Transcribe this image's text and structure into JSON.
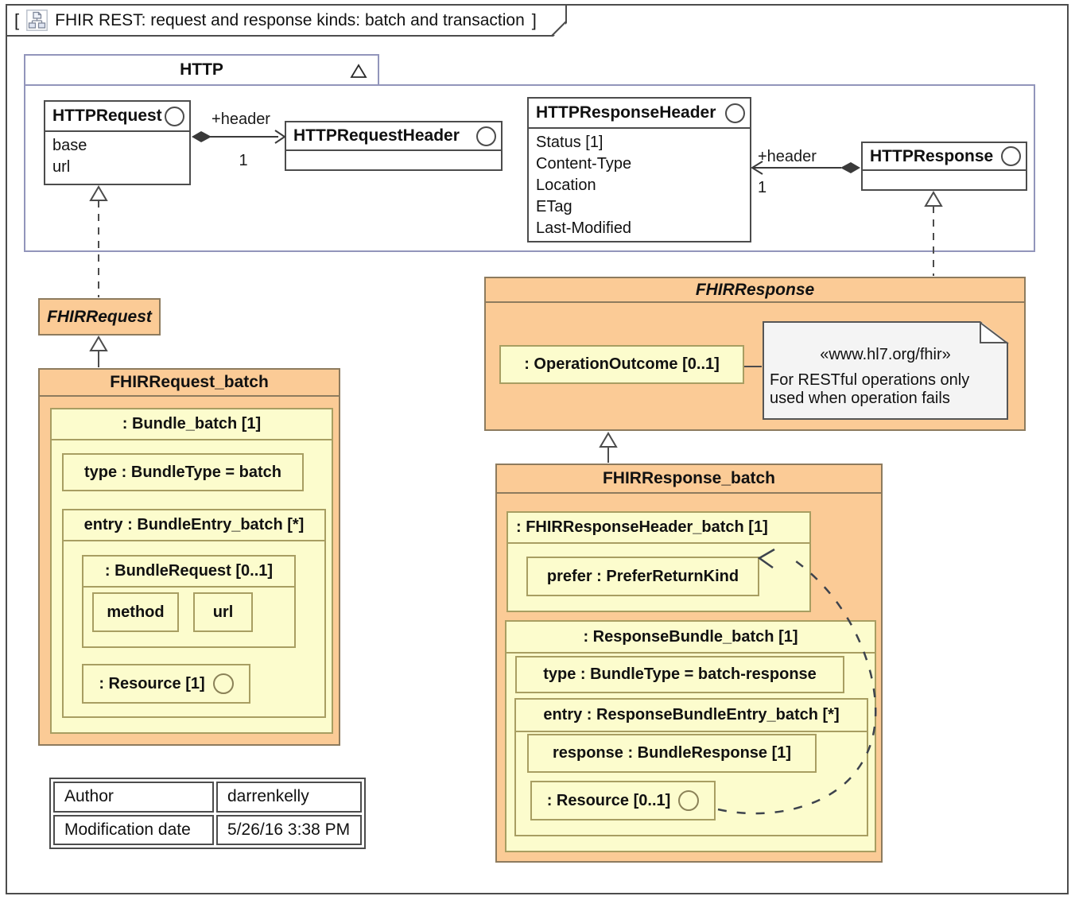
{
  "frame": {
    "bracket_open": "[",
    "title": "FHIR REST: request and response kinds: batch and transaction",
    "bracket_close": "]"
  },
  "http_package": {
    "name": "HTTP",
    "classes": {
      "request": {
        "name": "HTTPRequest",
        "attrs": [
          "base",
          "url"
        ]
      },
      "request_header": {
        "name": "HTTPRequestHeader"
      },
      "response_header": {
        "name": "HTTPResponseHeader",
        "attrs": [
          "Status [1]",
          "Content-Type",
          "Location",
          "ETag",
          "Last-Modified"
        ]
      },
      "response": {
        "name": "HTTPResponse"
      }
    },
    "associations": {
      "request_header_assoc": {
        "role": "+header",
        "multiplicity": "1"
      },
      "response_header_assoc": {
        "role": "+header",
        "multiplicity": "1"
      }
    }
  },
  "fhir_request": {
    "name": "FHIRRequest"
  },
  "fhir_request_batch": {
    "name": "FHIRRequest_batch",
    "bundle": {
      "label": ": Bundle_batch [1]",
      "type": "type : BundleType = batch",
      "entry": {
        "label": "entry : BundleEntry_batch [*]",
        "bundle_request": {
          "label": ": BundleRequest [0..1]",
          "method": "method",
          "url": "url"
        },
        "resource": ": Resource [1]"
      }
    }
  },
  "fhir_response": {
    "name": "FHIRResponse",
    "operation_outcome": ": OperationOutcome [0..1]",
    "note": {
      "stereotype": "«www.hl7.org/fhir»",
      "line1": "For RESTful operations only",
      "line2": "used when operation fails"
    }
  },
  "fhir_response_batch": {
    "name": "FHIRResponse_batch",
    "header": {
      "label": ": FHIRResponseHeader_batch [1]",
      "prefer": "prefer : PreferReturnKind"
    },
    "bundle": {
      "label": ": ResponseBundle_batch [1]",
      "type": "type : BundleType = batch-response",
      "entry": {
        "label": "entry : ResponseBundleEntry_batch [*]",
        "response": "response : BundleResponse [1]",
        "resource": ": Resource [0..1]"
      }
    }
  },
  "info_table": {
    "rows": [
      [
        "Author",
        "darrenkelly"
      ],
      [
        "Modification date",
        "5/26/16 3:38 PM"
      ]
    ]
  },
  "colors": {
    "orange_fill": "#fbcb96",
    "orange_border": "#8d7b5e",
    "yellow_fill": "#fcfccd",
    "yellow_border": "#a89e62",
    "package_border": "#9295bb",
    "class_border": "#4c4c4c",
    "note_fill": "#f4f4f4"
  }
}
